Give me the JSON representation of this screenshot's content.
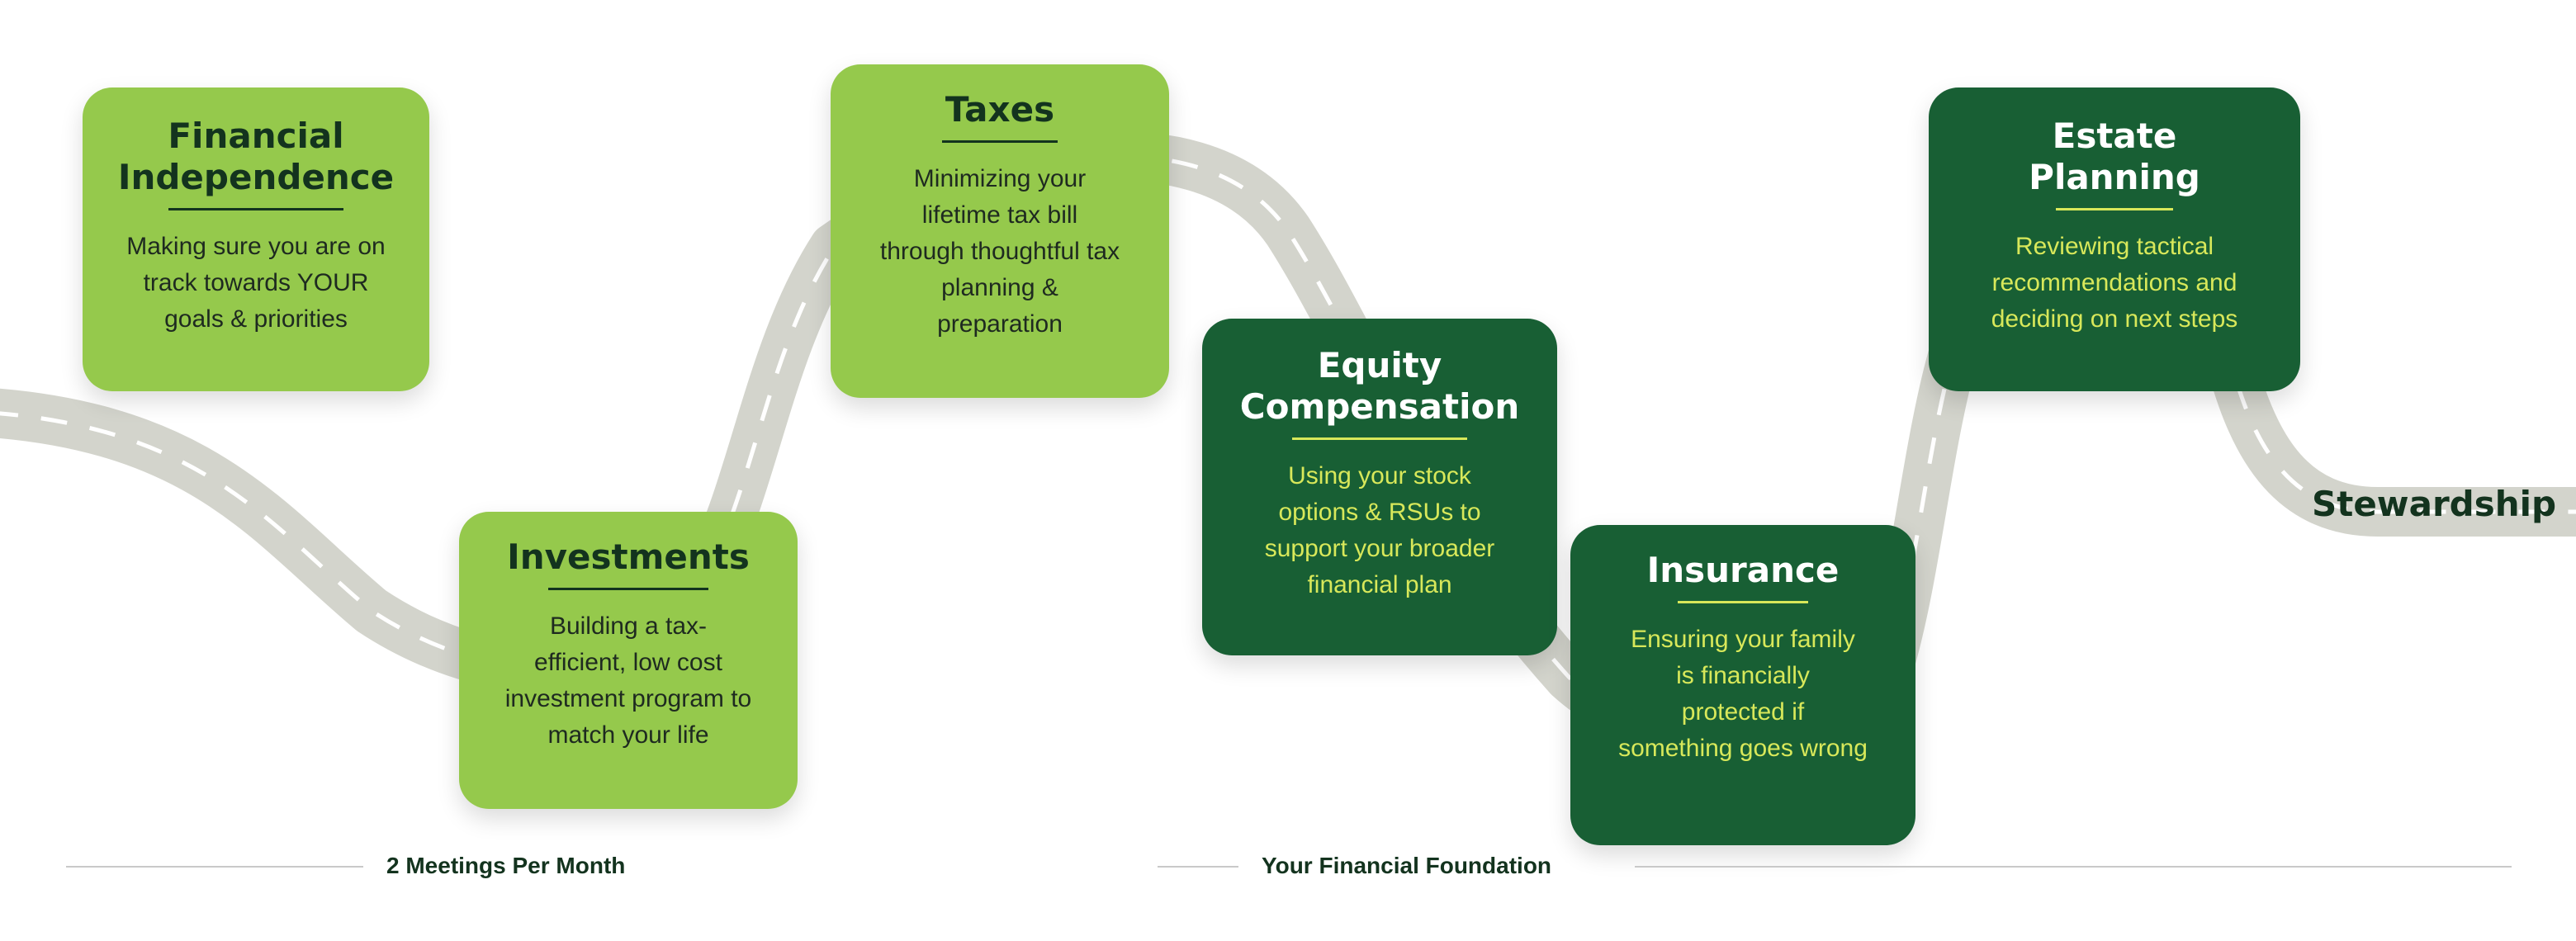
{
  "cards": {
    "financial_independence": {
      "title": "Financial\nIndependence",
      "description": "Making sure you are on\ntrack towards YOUR\ngoals & priorities"
    },
    "investments": {
      "title": "Investments",
      "description": "Building a tax-\nefficient, low cost\ninvestment program to\nmatch your life"
    },
    "taxes": {
      "title": "Taxes",
      "description": "Minimizing your\nlifetime tax bill\nthrough thoughtful tax\nplanning &\npreparation"
    },
    "equity_compensation": {
      "title": "Equity\nCompensation",
      "description": "Using your stock\noptions & RSUs to\nsupport your broader\nfinancial plan"
    },
    "insurance": {
      "title": "Insurance",
      "description": "Ensuring your family\nis financially\nprotected if\nsomething goes wrong"
    },
    "estate_planning": {
      "title": "Estate\nPlanning",
      "description": "Reviewing tactical\nrecommendations and\ndeciding on next steps"
    }
  },
  "road_end_label": "Stewardship",
  "footer": {
    "left_label": "2 Meetings Per Month",
    "middle_label": "Your Financial Foundation"
  },
  "colors": {
    "light_card": "#95c94c",
    "dark_card": "#185f34",
    "dark_text": "#13331e",
    "accent_text": "#d8e85a",
    "road": "#d3d4cc",
    "road_dash": "#ffffff"
  }
}
